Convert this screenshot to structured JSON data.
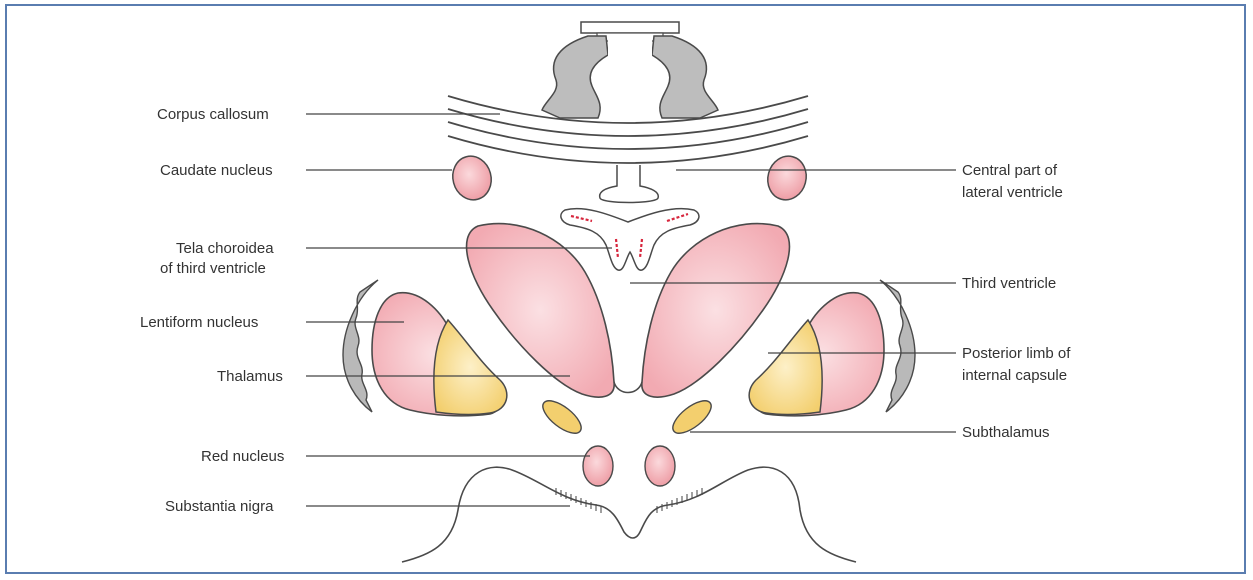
{
  "labels": {
    "corpus_callosum": "Corpus callosum",
    "caudate_nucleus": "Caudate nucleus",
    "tela_choroidea_1": "Tela choroidea",
    "tela_choroidea_2": "of third ventricle",
    "lentiform_nucleus": "Lentiform nucleus",
    "thalamus": "Thalamus",
    "red_nucleus": "Red nucleus",
    "substantia_nigra": "Substantia nigra",
    "central_part_1": "Central part of",
    "central_part_2": "lateral ventricle",
    "third_ventricle": "Third ventricle",
    "posterior_limb_1": "Posterior limb of",
    "posterior_limb_2": "internal capsule",
    "subthalamus": "Subthalamus"
  },
  "colors": {
    "frame": "#5a7db0",
    "thalamus_fill": "#f7c6cb",
    "nucleus_fill": "#f4b3b9",
    "outline": "#4a4a4a",
    "yellow": "#f3d37a",
    "grey": "#b9b9b9",
    "red": "#d7263d"
  }
}
